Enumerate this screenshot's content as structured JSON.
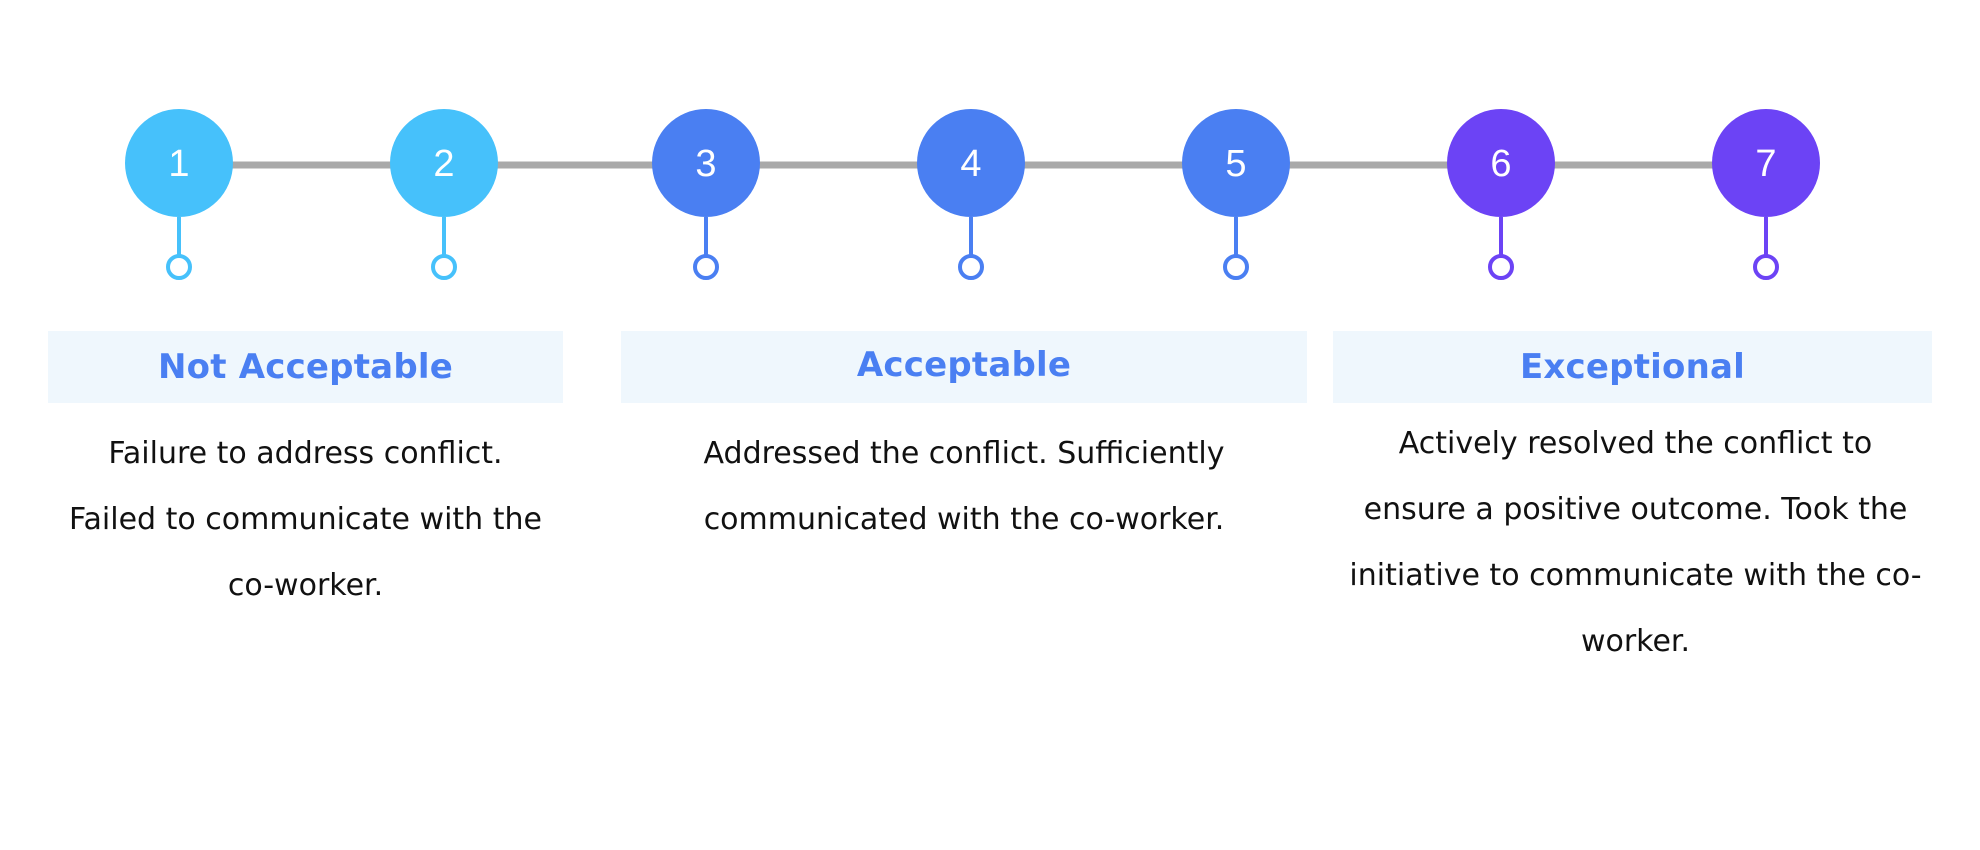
{
  "colors": {
    "connector": "#a9a9a9",
    "tier_low": "#46c1fb",
    "tier_mid": "#4a7ff2",
    "tier_high": "#6c43f5",
    "panel_bg": "#eff7fd",
    "title_text": "#4a7ff2",
    "body_text": "#111111"
  },
  "steps": [
    {
      "label": "1",
      "color": "#46c1fb"
    },
    {
      "label": "2",
      "color": "#46c1fb"
    },
    {
      "label": "3",
      "color": "#4a7ff2"
    },
    {
      "label": "4",
      "color": "#4a7ff2"
    },
    {
      "label": "5",
      "color": "#4a7ff2"
    },
    {
      "label": "6",
      "color": "#6c43f5"
    },
    {
      "label": "7",
      "color": "#6c43f5"
    }
  ],
  "panels": [
    {
      "title": "Not Acceptable",
      "description": "Failure to address conflict.\nFailed to communicate with the\nco-worker."
    },
    {
      "title": "Acceptable",
      "description": "Addressed the conflict. Sufficiently\ncommunicated with the co-worker."
    },
    {
      "title": "Exceptional",
      "description": "Actively resolved the conflict to\nensure a positive outcome. Took the\ninitiative to communicate with the co-\nworker."
    }
  ]
}
